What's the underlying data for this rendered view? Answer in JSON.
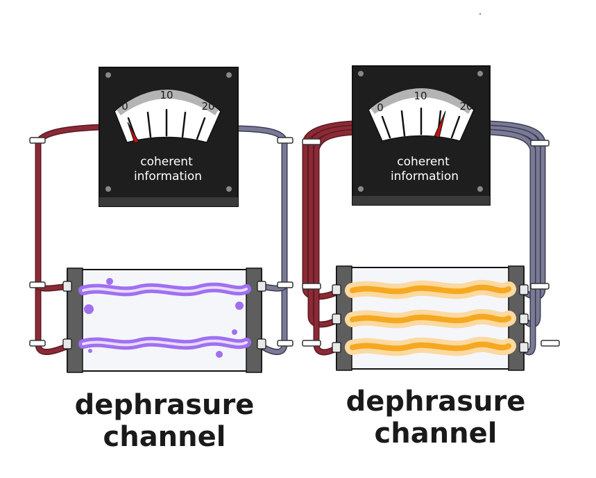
{
  "panels": [
    {
      "meter": {
        "scale_labels": [
          "0",
          "10",
          "20"
        ],
        "label_line1": "coherent",
        "label_line2": "information",
        "needle_value": 1,
        "needle_color": "#c01010"
      },
      "channel": {
        "beam_color": "#a070f0",
        "beam_count": 2,
        "caption_line1": "dephrasure",
        "caption_line2": "channel"
      }
    },
    {
      "meter": {
        "scale_labels": [
          "0",
          "10",
          "20"
        ],
        "label_line1": "coherent",
        "label_line2": "information",
        "needle_value": 16,
        "needle_color": "#c01010"
      },
      "channel": {
        "beam_color": "#f5a820",
        "beam_count": 3,
        "caption_line1": "dephrasure",
        "caption_line2": "channel"
      }
    }
  ],
  "colors": {
    "meter_body": "#2a2a2a",
    "cable_red": "#8b2a35",
    "cable_blue": "#6e6e88",
    "tube_frame": "#5e5e5e"
  }
}
